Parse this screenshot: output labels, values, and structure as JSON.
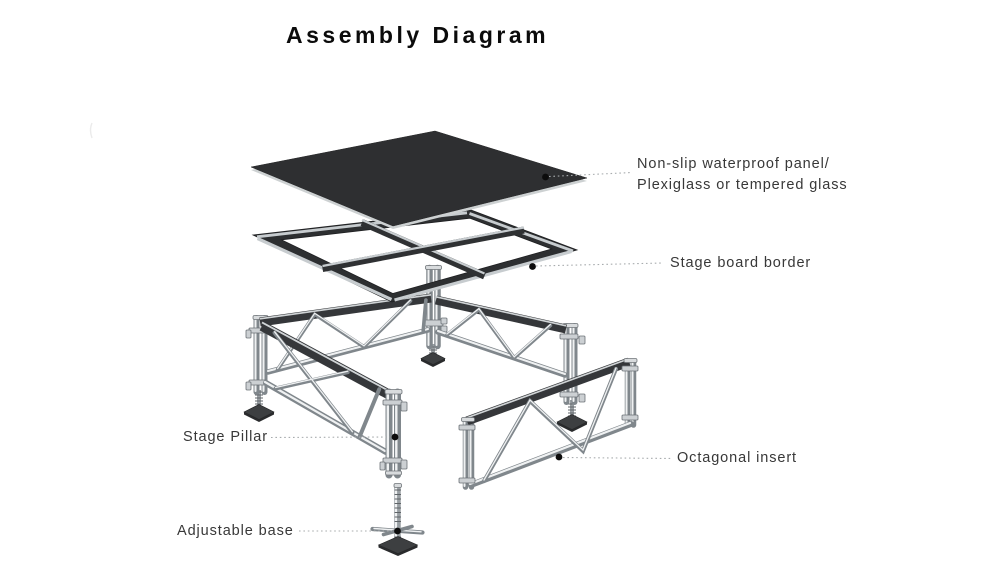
{
  "title": "Assembly Diagram",
  "diagram": {
    "labels": {
      "panel_line1": "Non-slip waterproof panel/",
      "panel_line2": "Plexiglass or tempered glass",
      "board_border": "Stage board border",
      "stage_pillar": "Stage Pillar",
      "octagonal_insert": "Octagonal insert",
      "adjustable_base": "Adjustable base"
    }
  },
  "colors": {
    "background": "#ffffff",
    "panel": "#2e2f31",
    "panel_edge": "#cdd1d2",
    "frame": "#2d2f31",
    "truss_chord": "#35373a",
    "tube": "#80878c",
    "tube_highlight": "#eff1f2",
    "base_plate": "#3d3f41",
    "label_text": "#383838",
    "title_text": "#0b0b0b",
    "leader": "#a8acae",
    "dot": "#0c0c0c"
  }
}
